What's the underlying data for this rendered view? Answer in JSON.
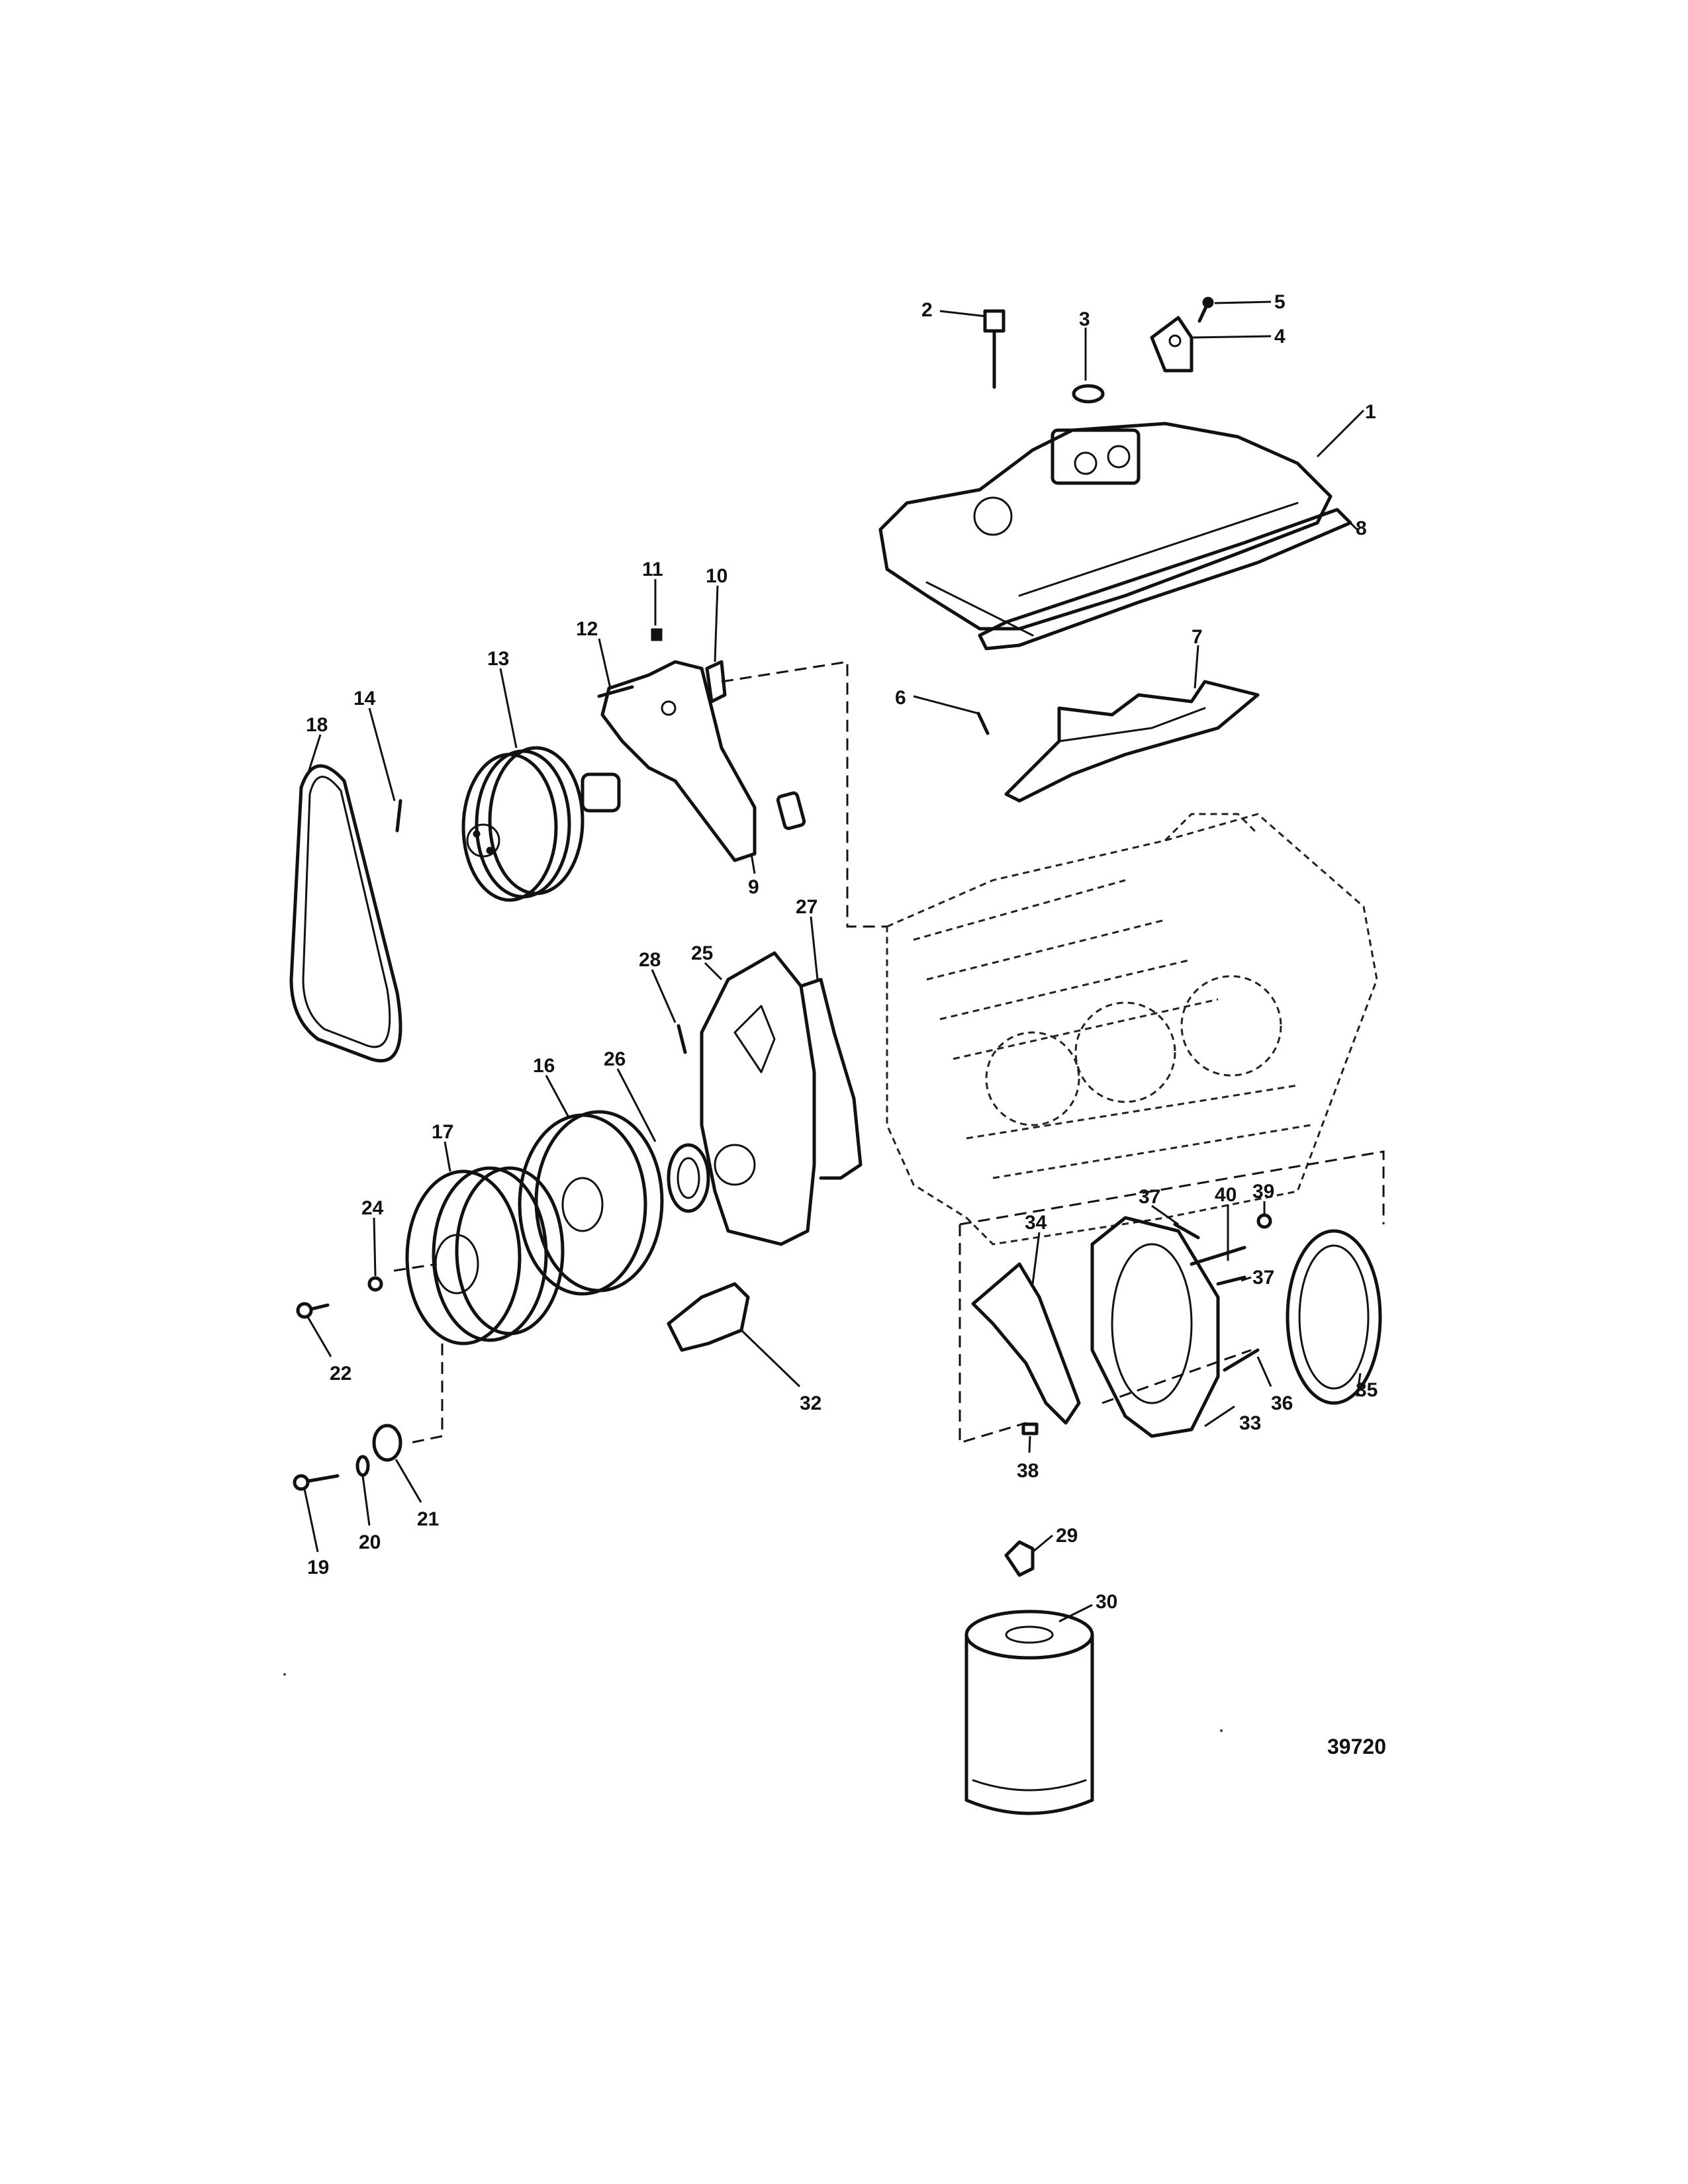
{
  "diagram": {
    "reference_number": "39720",
    "callouts": [
      "1",
      "2",
      "3",
      "4",
      "5",
      "6",
      "7",
      "8",
      "9",
      "10",
      "11",
      "12",
      "13",
      "14",
      "16",
      "17",
      "18",
      "19",
      "20",
      "21",
      "22",
      "24",
      "25",
      "26",
      "27",
      "28",
      "29",
      "30",
      "32",
      "33",
      "34",
      "35",
      "36",
      "37",
      "37",
      "38",
      "39",
      "40"
    ]
  }
}
